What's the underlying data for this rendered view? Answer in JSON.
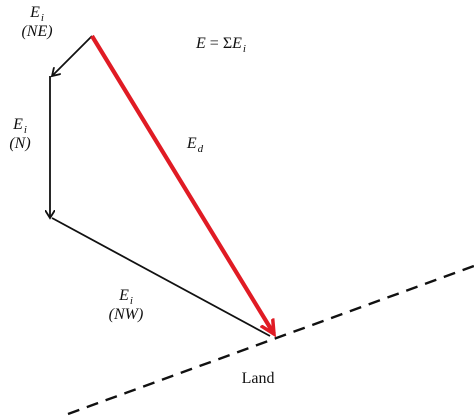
{
  "labels": {
    "ei_ne": {
      "main": "E",
      "sub": "i",
      "paren": "(NE)"
    },
    "ei_n": {
      "main": "E",
      "sub": "i",
      "paren": "(N)"
    },
    "ei_nw": {
      "main": "E",
      "sub": "i",
      "paren": "(NW)"
    },
    "ed": {
      "main": "E",
      "sub": "d"
    },
    "equation": {
      "lhs": "E",
      "eq": " = ",
      "sigma": "Σ",
      "main": "E",
      "sub": "i"
    },
    "land": "Land"
  },
  "colors": {
    "vector": "#111111",
    "resultant": "#e01b24",
    "shoreline": "#111111"
  }
}
